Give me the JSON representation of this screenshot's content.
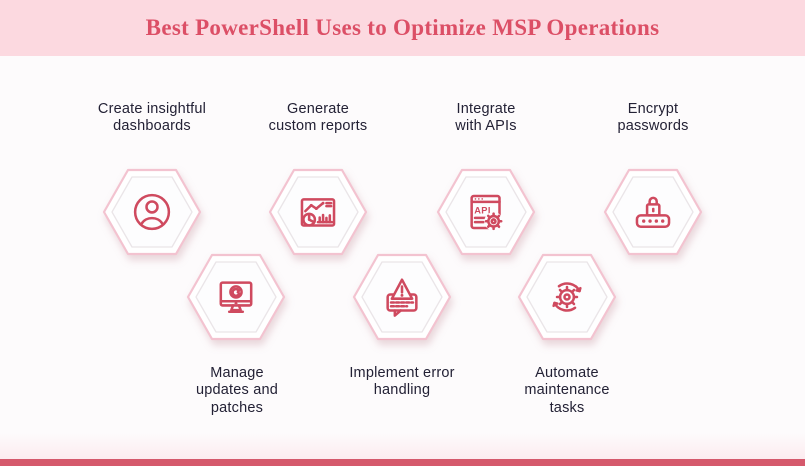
{
  "title": "Best PowerShell Uses to Optimize MSP Operations",
  "items": [
    {
      "label": "Create insightful\ndashboards",
      "icon": "user-profile-icon"
    },
    {
      "label": "Generate\ncustom reports",
      "icon": "analytics-report-icon"
    },
    {
      "label": "Integrate\nwith APIs",
      "icon": "api-browser-gear-icon"
    },
    {
      "label": "Encrypt\npasswords",
      "icon": "padlock-password-icon"
    },
    {
      "label": "Manage\nupdates and\npatches",
      "icon": "monitor-update-icon"
    },
    {
      "label": "Implement error\nhandling",
      "icon": "error-alert-bubble-icon"
    },
    {
      "label": "Automate\nmaintenance\ntasks",
      "icon": "automation-gear-arrows-icon"
    }
  ],
  "api_label": "API",
  "colors": {
    "banner_bg": "#fcd9e0",
    "title_text": "#dc4f66",
    "icon_stroke": "#cf4a5f",
    "hex_border": "#f3c3d0",
    "label_text": "#232135",
    "footer_bar": "#d5596c",
    "body_bg": "#fdfbfc"
  }
}
